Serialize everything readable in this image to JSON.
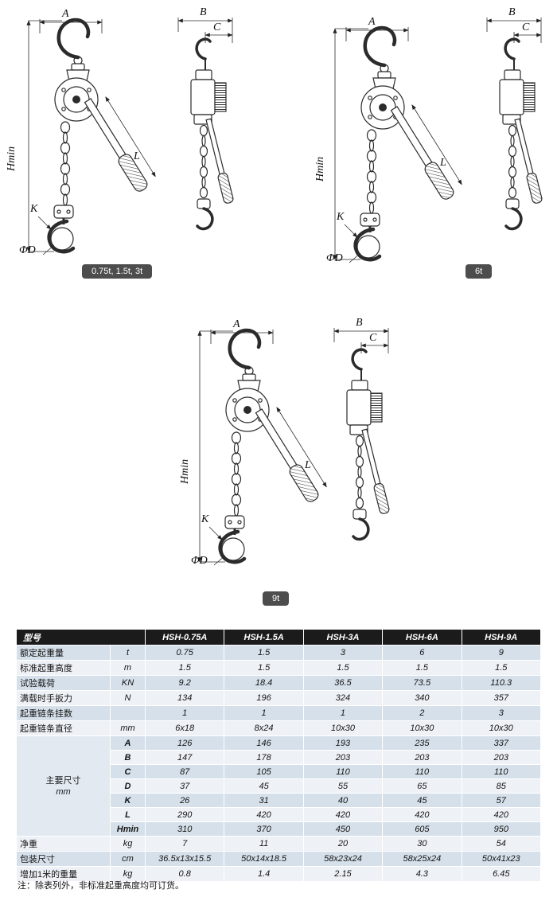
{
  "diagrams": {
    "labels": {
      "A": "A",
      "B": "B",
      "C": "C",
      "Hmin": "Hmin",
      "K": "K",
      "L": "L",
      "phiD": "ΦD"
    },
    "captions": [
      "0.75t, 1.5t, 3t",
      "6t",
      "9t"
    ]
  },
  "table": {
    "header": {
      "model_label": "型号",
      "models": [
        "HSH-0.75A",
        "HSH-1.5A",
        "HSH-3A",
        "HSH-6A",
        "HSH-9A"
      ]
    },
    "rows": [
      {
        "label": "额定起重量",
        "unit": "t",
        "values": [
          "0.75",
          "1.5",
          "3",
          "6",
          "9"
        ]
      },
      {
        "label": "标准起重高度",
        "unit": "m",
        "values": [
          "1.5",
          "1.5",
          "1.5",
          "1.5",
          "1.5"
        ]
      },
      {
        "label": "试验载荷",
        "unit": "KN",
        "values": [
          "9.2",
          "18.4",
          "36.5",
          "73.5",
          "110.3"
        ]
      },
      {
        "label": "满载时手扳力",
        "unit": "N",
        "values": [
          "134",
          "196",
          "324",
          "340",
          "357"
        ]
      },
      {
        "label": "起重链条挂数",
        "unit": "",
        "values": [
          "1",
          "1",
          "1",
          "2",
          "3"
        ]
      },
      {
        "label": "起重链条直径",
        "unit": "mm",
        "values": [
          "6x18",
          "8x24",
          "10x30",
          "10x30",
          "10x30"
        ]
      }
    ],
    "dims_label": "主要尺寸",
    "dims_unit": "mm",
    "dim_rows": [
      {
        "label": "A",
        "values": [
          "126",
          "146",
          "193",
          "235",
          "337"
        ]
      },
      {
        "label": "B",
        "values": [
          "147",
          "178",
          "203",
          "203",
          "203"
        ]
      },
      {
        "label": "C",
        "values": [
          "87",
          "105",
          "110",
          "110",
          "110"
        ]
      },
      {
        "label": "D",
        "values": [
          "37",
          "45",
          "55",
          "65",
          "85"
        ]
      },
      {
        "label": "K",
        "values": [
          "26",
          "31",
          "40",
          "45",
          "57"
        ]
      },
      {
        "label": "L",
        "values": [
          "290",
          "420",
          "420",
          "420",
          "420"
        ]
      },
      {
        "label": "Hmin",
        "values": [
          "310",
          "370",
          "450",
          "605",
          "950"
        ]
      }
    ],
    "bottom_rows": [
      {
        "label": "净重",
        "unit": "kg",
        "values": [
          "7",
          "11",
          "20",
          "30",
          "54"
        ]
      },
      {
        "label": "包装尺寸",
        "unit": "cm",
        "values": [
          "36.5x13x15.5",
          "50x14x18.5",
          "58x23x24",
          "58x25x24",
          "50x41x23"
        ]
      },
      {
        "label": "增加1米的重量",
        "unit": "kg",
        "values": [
          "0.8",
          "1.4",
          "2.15",
          "4.3",
          "6.45"
        ]
      }
    ],
    "note": "注：除表列外，非标准起重高度均可订货。"
  }
}
